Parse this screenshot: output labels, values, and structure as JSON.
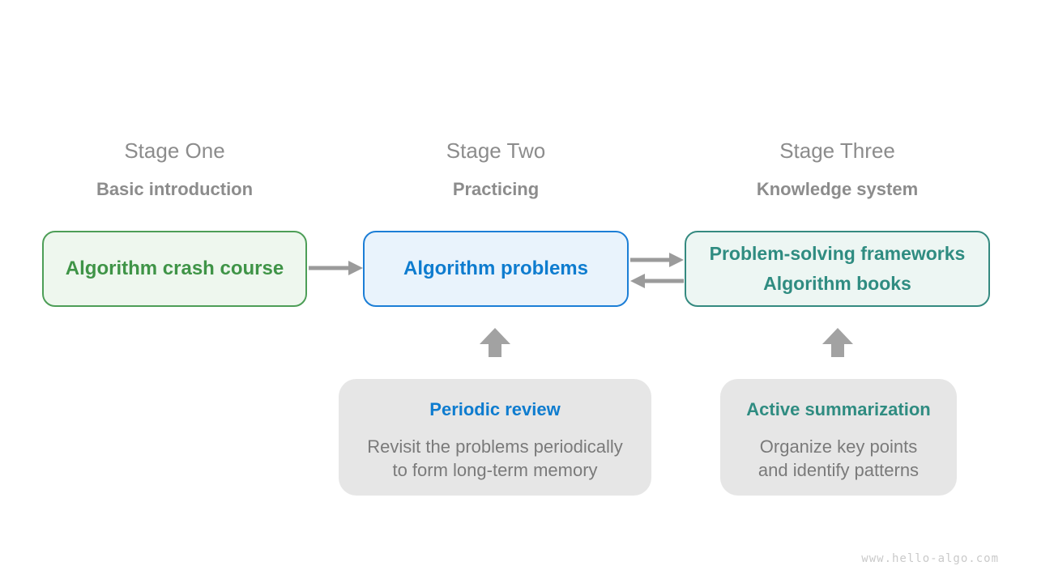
{
  "diagram": {
    "watermark": "www.hello-algo.com",
    "colors": {
      "stage_label_gray": "#8c8c8c",
      "green_text": "#3f9447",
      "green_border": "#4d9e57",
      "green_fill": "#eef7ee",
      "blue_text": "#0e7ccf",
      "blue_border": "#1c7ed6",
      "blue_fill": "#e9f3fc",
      "teal_text": "#2f8c81",
      "teal_border": "#358a80",
      "teal_fill": "#edf6f3",
      "arrow_gray": "#9b9b9b",
      "note_fill": "#e6e6e6",
      "note_body_gray": "#7a7a7a"
    },
    "stages": [
      {
        "title": "Stage One",
        "subtitle": "Basic introduction",
        "theme": "green",
        "box_lines": [
          "Algorithm crash course"
        ]
      },
      {
        "title": "Stage Two",
        "subtitle": "Practicing",
        "theme": "blue",
        "box_lines": [
          "Algorithm problems"
        ]
      },
      {
        "title": "Stage Three",
        "subtitle": "Knowledge system",
        "theme": "teal",
        "box_lines": [
          "Problem-solving frameworks",
          "Algorithm books"
        ]
      }
    ],
    "flows": [
      {
        "from": "Algorithm crash course",
        "to": "Algorithm problems",
        "direction": "right"
      },
      {
        "from": "Algorithm problems",
        "to": "Problem-solving frameworks / Algorithm books",
        "direction": "right"
      },
      {
        "from": "Problem-solving frameworks / Algorithm books",
        "to": "Algorithm problems",
        "direction": "left"
      },
      {
        "from": "Periodic review",
        "to": "Algorithm problems",
        "direction": "up"
      },
      {
        "from": "Active summarization",
        "to": "Problem-solving frameworks / Algorithm books",
        "direction": "up"
      }
    ],
    "notes": [
      {
        "title": "Periodic review",
        "theme": "blue",
        "body_lines": [
          "Revisit the problems periodically",
          "to form long-term memory"
        ]
      },
      {
        "title": "Active summarization",
        "theme": "teal",
        "body_lines": [
          "Organize key points",
          "and identify patterns"
        ]
      }
    ]
  }
}
